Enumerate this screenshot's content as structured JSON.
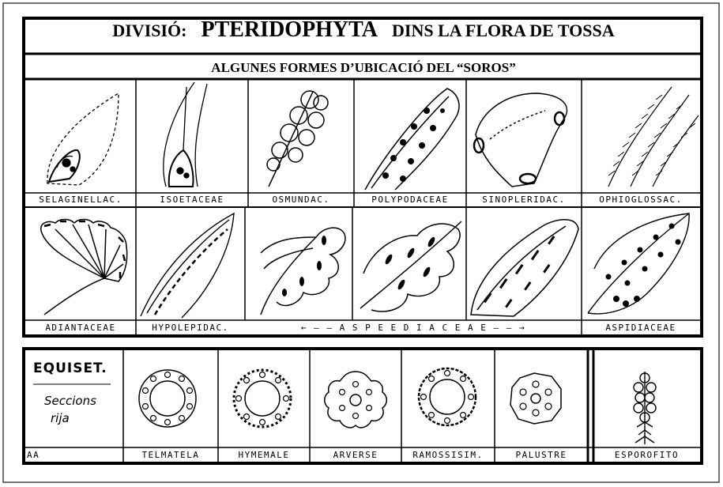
{
  "header": {
    "part1": "DIVISIÓ:",
    "part2": "PTERIDOPHYTA",
    "part3": "DINS LA FLORA DE TOSSA",
    "subtitle": "ALGUNES FORMES D’UBICACIÓ DEL “SOROS”"
  },
  "row1_labels": [
    "SELAGINELLAC.",
    "ISOETACEAE",
    "OSMUNDAC.",
    "POLYPODACEAE",
    "SINOPLERIDAC.",
    "OPHIOGLOSSAC."
  ],
  "row2_labels": [
    "ADIANTACEAE",
    "HYPOLEPIDAC.",
    "← — — A S P E E D I A C E A E — — →",
    "ASPIDIACEAE"
  ],
  "equiset": {
    "title": "EQUISET.",
    "note_line1": "Seccions",
    "note_line2": "rija",
    "corner": "AA",
    "labels": [
      "TELMATELA",
      "HYMEMALE",
      "ARVERSE",
      "RAMOSSISIM.",
      "PALUSTRE"
    ],
    "final_label": "ESPOROFITO"
  }
}
